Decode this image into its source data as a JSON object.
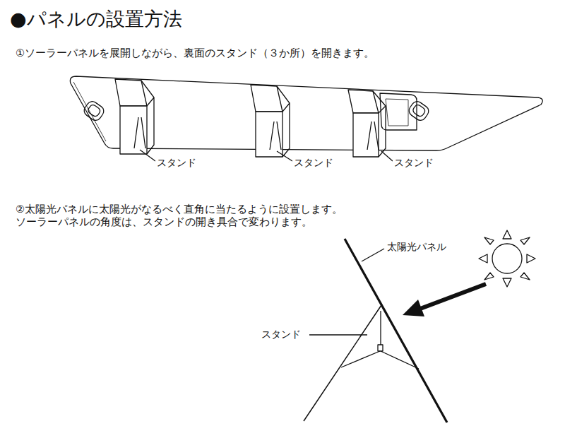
{
  "diagram": {
    "title": "●パネルの設置方法",
    "labels": [
      "①ソーラーパネルを展開しながら、裏面のスタンド（３か所）を開きます。",
      "スタンド",
      "スタンド",
      "スタンド",
      "②太陽光パネルに太陽光がなるべく直角に当たるように設置します。 ソーラーパネルの角度は、スタンドの開き具合で変わります。",
      "太陽光パネル",
      "スタンド"
    ]
  }
}
